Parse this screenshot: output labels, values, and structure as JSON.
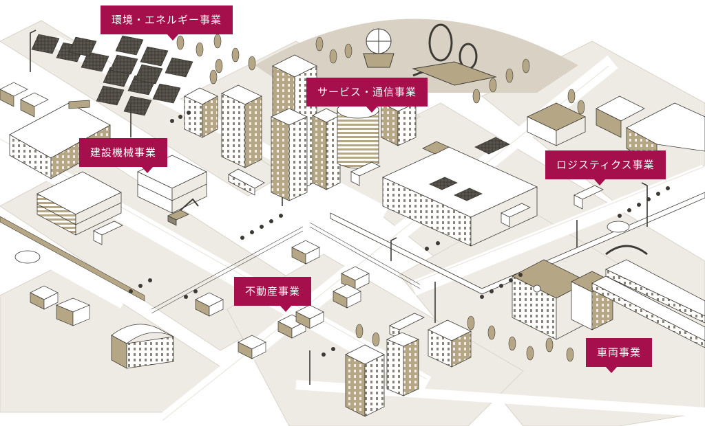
{
  "map": {
    "colors": {
      "label_background": "#a50f4b",
      "label_text": "#ffffff",
      "building_tan": "#b5a785",
      "ground": "#eeebe5",
      "road": "#ffffff",
      "outline": "#3d3a35"
    },
    "labels": {
      "energy": "環境・エネルギー事業",
      "service": "サービス・通信事業",
      "construction": "建設機械事業",
      "logistics": "ロジスティクス事業",
      "realestate": "不動産事業",
      "vehicle": "車両事業"
    }
  }
}
